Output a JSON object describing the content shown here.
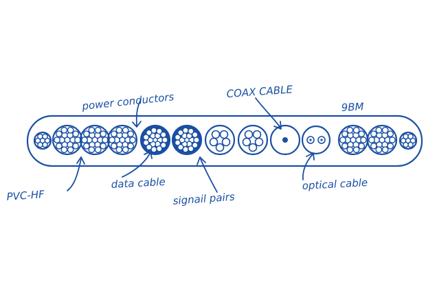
{
  "labels": {
    "power_conductors": "power conductors",
    "coax_cable": "COAX CABLE",
    "code": "9BM",
    "pvc_hf": "PVC-HF",
    "data_cable": "data cable",
    "signal_pairs": "signail pairs",
    "optical_cable": "optical cable"
  },
  "colors": {
    "ink": "#1a4fa3",
    "background": "#ffffff"
  }
}
